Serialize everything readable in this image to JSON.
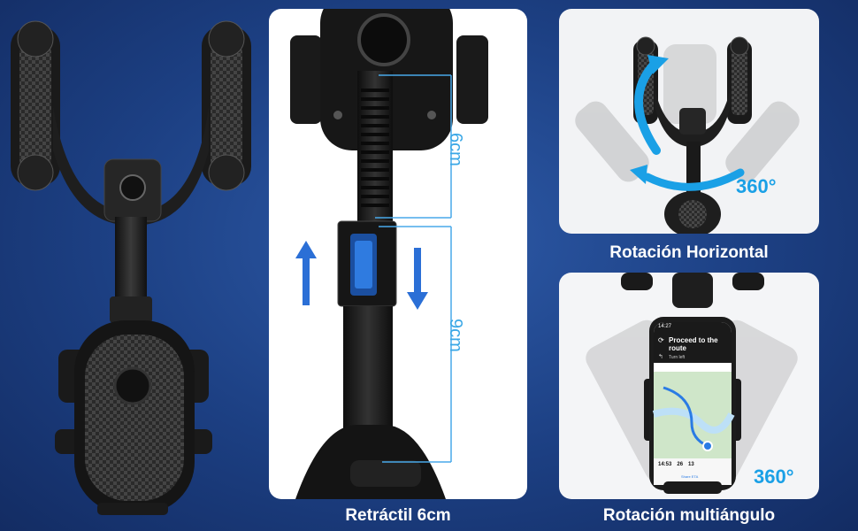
{
  "captions": {
    "retract": "Retráctil 6cm",
    "horizontal": "Rotación Horizontal",
    "multi": "Rotación multiángulo"
  },
  "measurements": {
    "top": "6cm",
    "bottom": "9cm"
  },
  "degrees": {
    "horizontal": "360°",
    "multi": "360°"
  },
  "phone_screen": {
    "time": "14:27",
    "heading": "Proceed to the route",
    "turn": "Turn left",
    "stats": [
      "14:53",
      "26",
      "13"
    ],
    "share": "Share ETA"
  },
  "colors": {
    "accent": "#1aa0e6",
    "background": "#1c3f82",
    "device": "#1a1a1a"
  }
}
